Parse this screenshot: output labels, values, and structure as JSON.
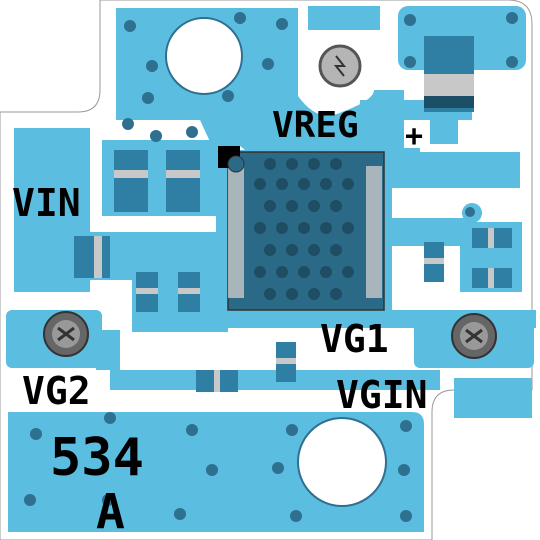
{
  "board": {
    "colors": {
      "background": "#ffffff",
      "copper": "#5bbde0",
      "component": "#2f7ea3",
      "component_dark": "#2b6a87",
      "pad": "#c8c8c8",
      "via": "#2f6f8f",
      "silkscreen": "#000000"
    },
    "silkscreen": {
      "vreg": "VREG",
      "vin": "VIN",
      "vg1": "VG1",
      "vg2": "VG2",
      "vgin": "VGIN",
      "part_number": "534",
      "revision": "A",
      "polarity": "+"
    },
    "icons": [
      "mounting-hole-icon",
      "screw-icon",
      "via-icon",
      "pin1-marker-icon"
    ]
  }
}
